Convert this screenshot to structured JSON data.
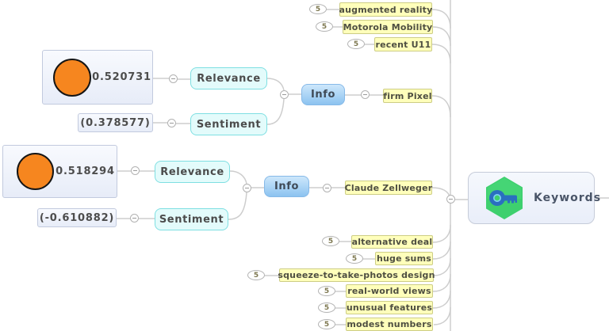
{
  "root": {
    "label": "Keywords",
    "icon": "key-icon"
  },
  "top_nodes": [
    {
      "label": "augmented reality",
      "count": "5"
    },
    {
      "label": "Motorola Mobility",
      "count": "5"
    },
    {
      "label": "recent U11",
      "count": "5"
    }
  ],
  "bottom_nodes": [
    {
      "label": "alternative deal",
      "count": "5"
    },
    {
      "label": "huge sums",
      "count": "5"
    },
    {
      "label": "squeeze-to-take-photos design",
      "count": "5"
    },
    {
      "label": "real-world views",
      "count": "5"
    },
    {
      "label": "unusual features",
      "count": "5"
    },
    {
      "label": "modest numbers",
      "count": "5"
    }
  ],
  "branch1": {
    "keyword": "firm Pixel",
    "info": "Info",
    "relevance": "Relevance",
    "sentiment": "Sentiment",
    "relevance_value": "0.520731",
    "sentiment_value": "(0.378577)"
  },
  "branch2": {
    "keyword": "Claude Zellweger",
    "info": "Info",
    "relevance": "Relevance",
    "sentiment": "Sentiment",
    "relevance_value": "0.518294",
    "sentiment_value": "(-0.610882)"
  },
  "colors": {
    "keyword_fill": "#ffffbb",
    "keyword_border": "#cdcd85",
    "topic_fill": "#e3fbfb",
    "topic_border": "#7edfe2",
    "info_fill_top": "#cde7fb",
    "info_fill_bottom": "#8cc3f0",
    "value_marker_orange": "#f6861f",
    "root_hexagon_green": "#3ed06e",
    "key_blue": "#2a6fc0",
    "connector_gray": "#cdcdcd"
  }
}
